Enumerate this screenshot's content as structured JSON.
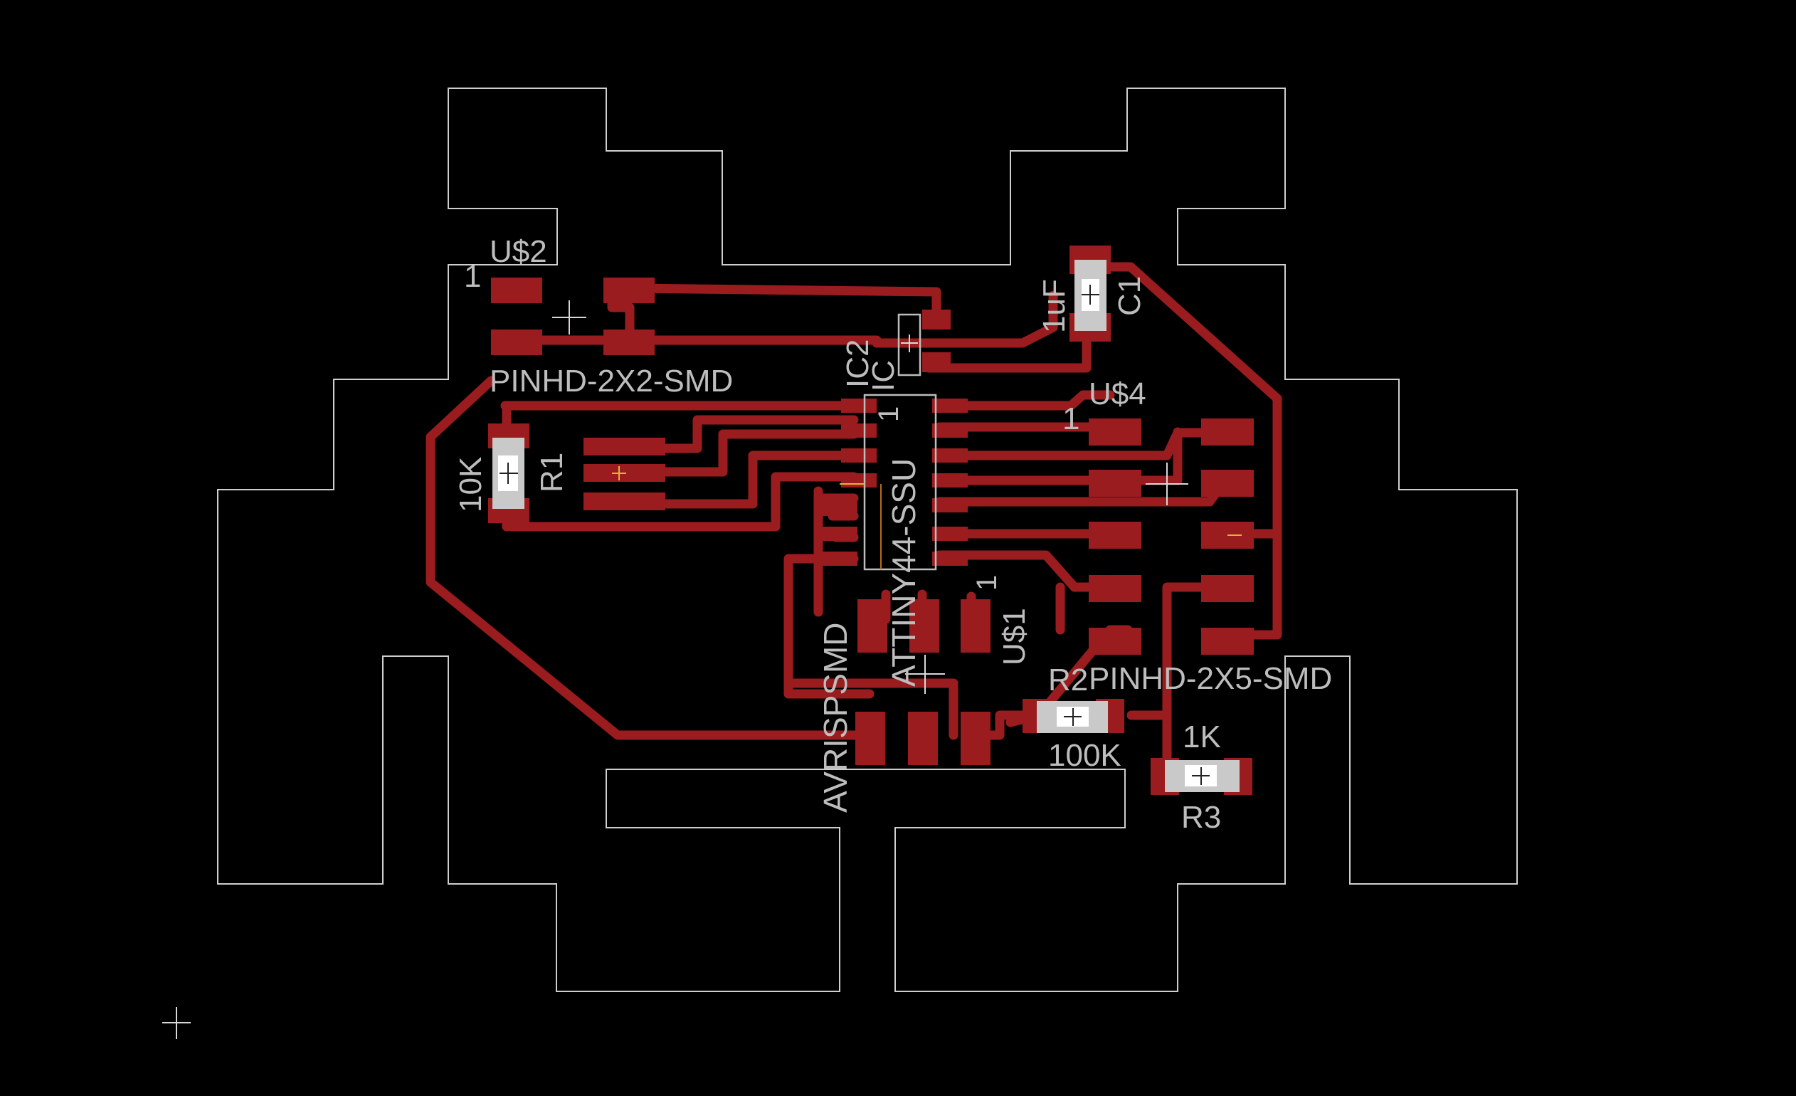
{
  "colors": {
    "background": "#000000",
    "copper": "#9b1c1f",
    "silkscreen": "#bdbdbd",
    "outline": "#cfcfcf"
  },
  "labels": {
    "u2_name": "U$2",
    "u2_pin1": "1",
    "u2_value": "PINHD-2X2-SMD",
    "r1_name": "R1",
    "r1_value": "10K",
    "ic2_name": "IC2",
    "ic_name": "IC",
    "ic_value": "ATTINY44-SSU",
    "ic_pin1": "1",
    "c1_name": "C1",
    "c1_value": "1uF",
    "u4_name": "U$4",
    "u4_pin1": "1",
    "u4_value": "PINHD-2X5-SMD",
    "u1_name": "U$1",
    "u1_pin1": "1",
    "avr_value": "AVRISPSMD",
    "r2_name": "R2",
    "r2_value": "100K",
    "r3_name": "R3",
    "r3_value": "1K"
  }
}
